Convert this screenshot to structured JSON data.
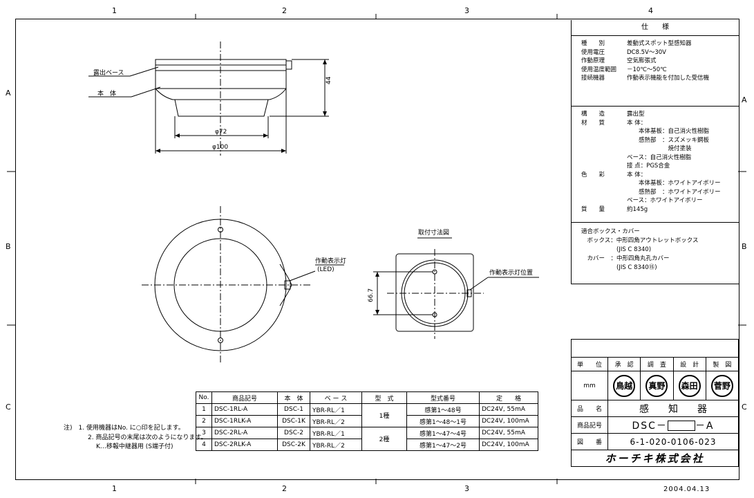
{
  "zones": {
    "columns": [
      "1",
      "2",
      "3",
      "4"
    ],
    "rows": [
      "A",
      "B",
      "C"
    ]
  },
  "side_view": {
    "label_base": "露出ベース",
    "label_body": "本　体",
    "dim_height": "44",
    "dim_d72": "φ72",
    "dim_d100": "φ100"
  },
  "top_view": {
    "led_label_1": "作動表示灯",
    "led_label_2": "(LED)"
  },
  "mount_view": {
    "title": "取付寸法図",
    "dim": "66.7",
    "led_pos": "作動表示灯位置"
  },
  "spec": {
    "title": "仕　　様",
    "rows": [
      [
        "種　　別",
        "差動式スポット型感知器"
      ],
      [
        "使用電圧",
        "DC8.5V～30V"
      ],
      [
        "作動原理",
        "空気膨張式"
      ],
      [
        "使用温度範囲",
        "－10℃～50℃"
      ],
      [
        "接続機器",
        "作動表示機能を付加した受信機"
      ]
    ],
    "rows2": [
      [
        "構　　造",
        "露出型"
      ],
      [
        "材　　質",
        "本 体："
      ],
      [
        "",
        "　　本体基板：自己消火性樹脂"
      ],
      [
        "",
        "　　感熱部　：スズメッキ鋼板"
      ],
      [
        "",
        "　　　　　　　焼付塗装"
      ],
      [
        "",
        "ベース：自己消火性樹脂"
      ],
      [
        "",
        "接 点：PGS合金"
      ],
      [
        "色　　彩",
        "本 体："
      ],
      [
        "",
        "　　本体基板：ホワイトアイボリー"
      ],
      [
        "",
        "　　感熱部　：ホワイトアイボリー"
      ],
      [
        "",
        "ベース：ホワイトアイボリー"
      ],
      [
        "質　　量",
        "約145g"
      ]
    ],
    "box": [
      "適合ボックス・カバー",
      "　ボックス：中形四角アウトレットボックス",
      "　　　　　　(JIS C 8340)",
      "　カバー　：中形四角丸孔カバー",
      "　　　　　　(JIS C 8340⑮)"
    ]
  },
  "parts_table": {
    "headers": [
      "No.",
      "商品記号",
      "本　体",
      "ベ ー ス",
      "型　式",
      "型式番号",
      "定　　格"
    ],
    "rows": [
      [
        "1",
        "DSC-1RL-A",
        "DSC-1",
        "YBR-RL／1",
        "1種",
        "感第1～48号",
        "DC24V, 55mA"
      ],
      [
        "2",
        "DSC-1RLK-A",
        "DSC-1K",
        "YBR-RL／2",
        "",
        "感第1～48～1号",
        "DC24V, 100mA"
      ],
      [
        "3",
        "DSC-2RL-A",
        "DSC-2",
        "YBR-RL／1",
        "2種",
        "感第1～47～4号",
        "DC24V, 55mA"
      ],
      [
        "4",
        "DSC-2RLK-A",
        "DSC-2K",
        "YBR-RL／2",
        "",
        "感第1～47～2号",
        "DC24V, 100mA"
      ]
    ]
  },
  "notes": [
    "注)　1. 使用機器はNo. に○印を記します。",
    "2. 商品記号の末尾は次のようになります。",
    "K…移報中継器用 (S端子付)"
  ],
  "title_block": {
    "headers": [
      "単　　位",
      "承　認",
      "調　査",
      "設　計",
      "製　図"
    ],
    "unit": "mm",
    "stamps": [
      "鳥越",
      "真野",
      "森田",
      "菅野"
    ],
    "name_label": "品　　名",
    "name_value": "感　　知　　器",
    "code_label": "商品記号",
    "code_prefix": "DSC－",
    "code_suffix": "－A",
    "drawing_label": "図　　番",
    "drawing_value": "6-1-020-0106-023",
    "company": "ホーチキ株式会社"
  },
  "date": "2004.04.13"
}
